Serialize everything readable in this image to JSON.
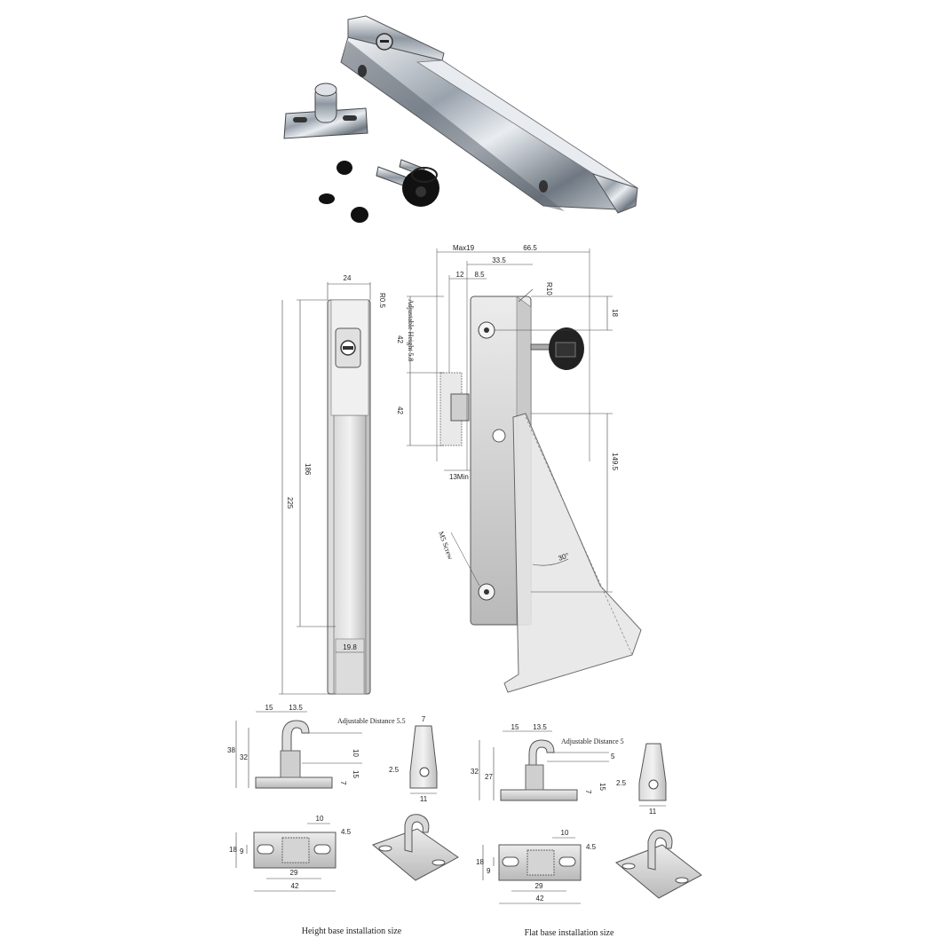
{
  "product_photo": {
    "items": [
      "lock-handle",
      "keeper",
      "keys",
      "screw-caps"
    ]
  },
  "front_view": {
    "dim_width_top": "24",
    "dim_radius": "R0.5",
    "dim_height_inner": "186",
    "dim_height_total": "225",
    "dim_width_bottom": "19.8"
  },
  "side_view": {
    "dim_max": "Max19",
    "dim_total_width": "66.5",
    "dim_33_5": "33.5",
    "dim_12": "12",
    "dim_8_5": "8.5",
    "dim_r10": "R10",
    "dim_18": "18",
    "dim_adjustable_height": "Adjustable Height 5.8",
    "dim_42_top": "42",
    "dim_42_mid": "42",
    "dim_13min": "13Min",
    "dim_149_5": "149.5",
    "dim_m5": "M5 Screw",
    "dim_angle": "30°"
  },
  "height_base": {
    "dim_15": "15",
    "dim_13_5": "13.5",
    "dim_adjustable": "Adjustable Distance 5.5",
    "dim_7_top": "7",
    "dim_38": "38",
    "dim_32": "32",
    "dim_10": "10",
    "dim_15_side": "15",
    "dim_7_side": "7",
    "dim_2_5": "2.5",
    "dim_11": "11",
    "plan_10": "10",
    "plan_4_5": "4.5",
    "plan_18": "18",
    "plan_9": "9",
    "plan_29": "29",
    "plan_42": "42",
    "caption": "Height base installation size"
  },
  "flat_base": {
    "dim_15": "15",
    "dim_13_5": "13.5",
    "dim_adjustable": "Adjustable Distance 5",
    "dim_5": "5",
    "dim_32": "32",
    "dim_27": "27",
    "dim_15_side": "15",
    "dim_7_side": "7",
    "dim_2_5": "2.5",
    "dim_11": "11",
    "plan_10": "10",
    "plan_4_5": "4.5",
    "plan_18": "18",
    "plan_9": "9",
    "plan_29": "29",
    "plan_42": "42",
    "caption": "Flat base installation size"
  }
}
